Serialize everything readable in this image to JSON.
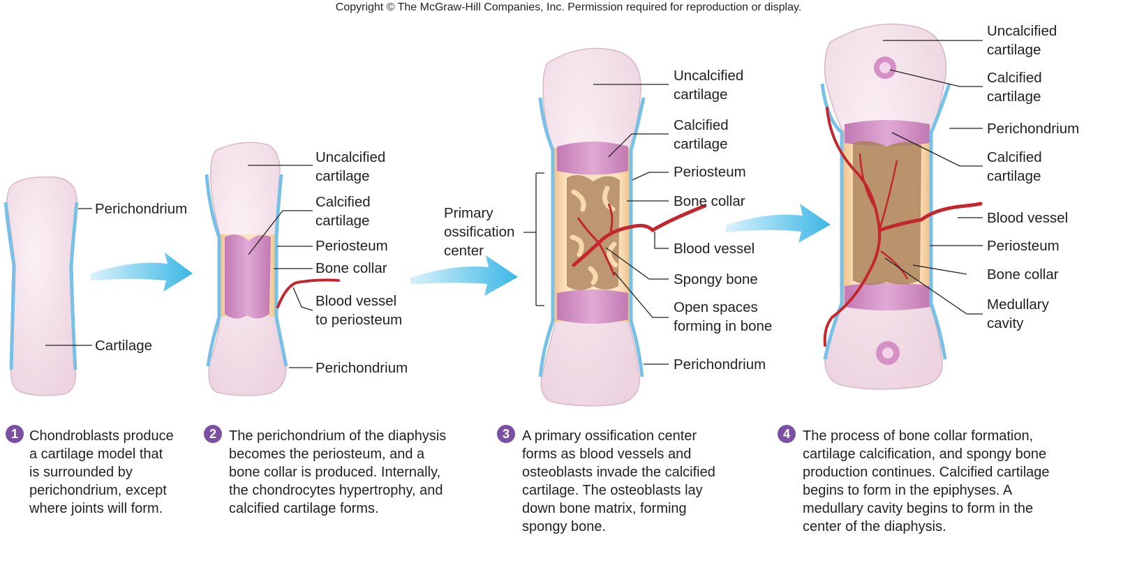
{
  "copyright": "Copyright © The McGraw-Hill Companies, Inc. Permission required for reproduction or display.",
  "colors": {
    "cartilage": "#f6e4ec",
    "calcified": "#d590c6",
    "perichondrium": "#8fcbea",
    "bone_collar": "#f5d2a3",
    "spongy_bone": "#a77e56",
    "vessel": "#c4262e",
    "arrow": "#55c3ea",
    "step_badge": "#7b4fa1"
  },
  "stage1": {
    "labels": {
      "perichondrium": "Perichondrium",
      "cartilage": "Cartilage"
    }
  },
  "stage2": {
    "labels": {
      "uncalcified": "Uncalcified\ncartilage",
      "calcified": "Calcified\ncartilage",
      "periosteum": "Periosteum",
      "bone_collar": "Bone collar",
      "blood_vessel": "Blood vessel\nto periosteum",
      "perichondrium": "Perichondrium"
    }
  },
  "stage3": {
    "labels": {
      "uncalcified": "Uncalcified\ncartilage",
      "calcified": "Calcified\ncartilage",
      "periosteum": "Periosteum",
      "bone_collar": "Bone collar",
      "primary": "Primary\nossification\ncenter",
      "blood_vessel": "Blood vessel",
      "spongy": "Spongy bone",
      "open_spaces": "Open spaces\nforming in bone",
      "perichondrium": "Perichondrium"
    }
  },
  "stage4": {
    "labels": {
      "uncalcified": "Uncalcified\ncartilage",
      "calcified_top": "Calcified\ncartilage",
      "perichondrium": "Perichondrium",
      "calcified_mid": "Calcified\ncartilage",
      "blood_vessel": "Blood vessel",
      "periosteum": "Periosteum",
      "bone_collar": "Bone collar",
      "medullary": "Medullary\ncavity"
    }
  },
  "steps": [
    {
      "num": "1",
      "lines": [
        "Chondroblasts produce",
        "a cartilage model that",
        "is surrounded by",
        "perichondrium, except",
        "where joints will form."
      ]
    },
    {
      "num": "2",
      "lines": [
        "The perichondrium of the diaphysis",
        "becomes the periosteum, and a",
        "bone collar is produced. Internally,",
        "the chondrocytes hypertrophy, and",
        "calcified cartilage forms."
      ]
    },
    {
      "num": "3",
      "lines": [
        "A primary ossification center",
        "forms as blood vessels and",
        "osteoblasts invade the calcified",
        "cartilage. The osteoblasts lay",
        "down bone matrix, forming",
        "spongy bone."
      ]
    },
    {
      "num": "4",
      "lines": [
        "The process of bone collar formation,",
        "cartilage calcification, and spongy bone",
        "production continues. Calcified cartilage",
        "begins to form in the epiphyses. A",
        "medullary cavity begins to form in the",
        "center of the diaphysis."
      ]
    }
  ]
}
